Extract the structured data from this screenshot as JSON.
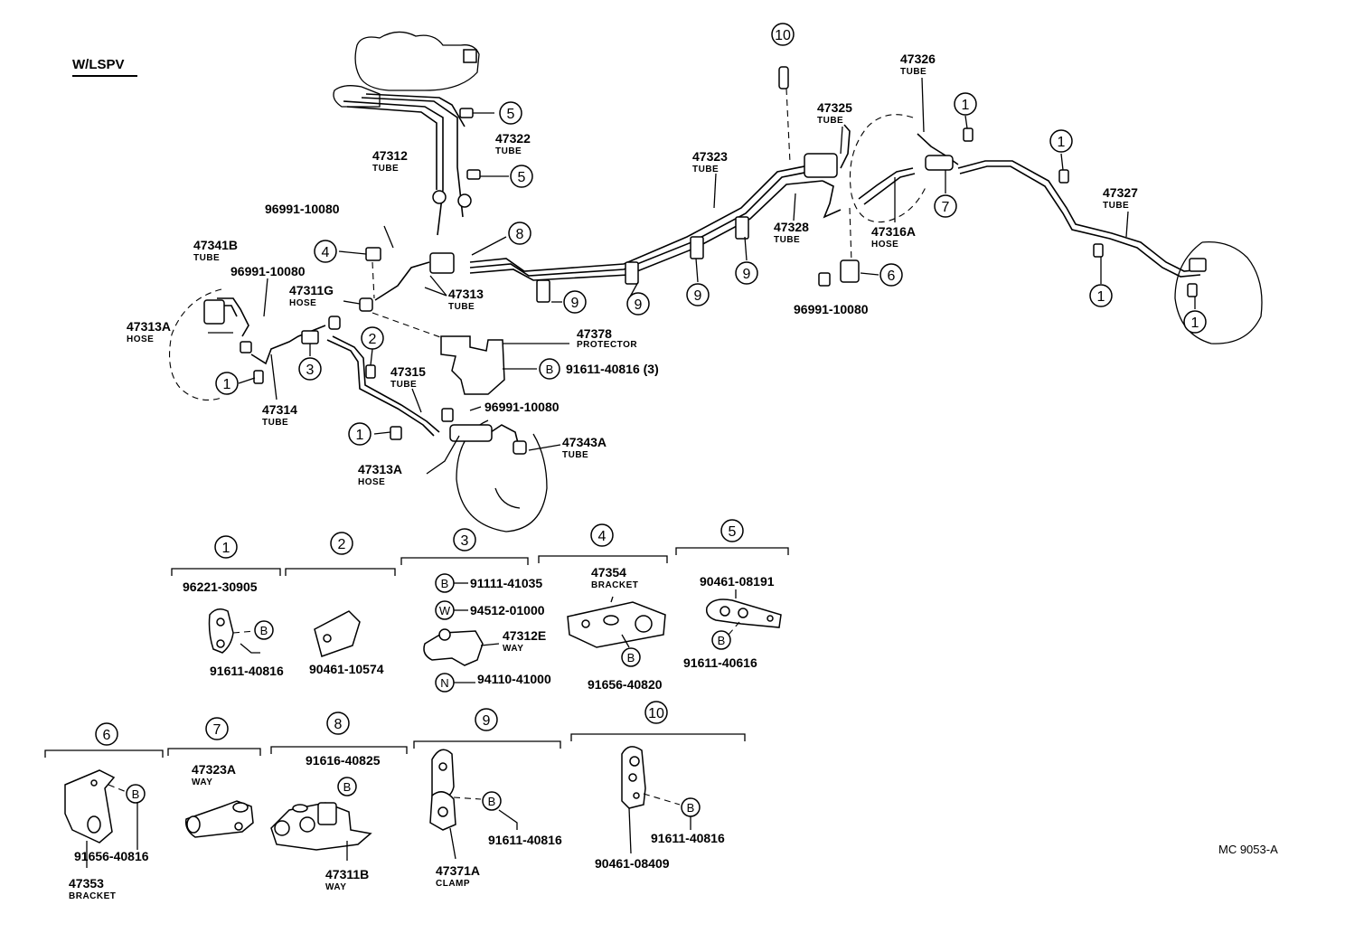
{
  "header": {
    "variant": "W/LSPV",
    "code": "MC  9053-A"
  },
  "callouts": [
    {
      "n": "10"
    },
    {
      "n": "5"
    },
    {
      "n": "5"
    },
    {
      "n": "8"
    },
    {
      "n": "4"
    },
    {
      "n": "9"
    },
    {
      "n": "9"
    },
    {
      "n": "9"
    },
    {
      "n": "9"
    },
    {
      "n": "3"
    },
    {
      "n": "2"
    },
    {
      "n": "1"
    },
    {
      "n": "1"
    },
    {
      "n": "1"
    },
    {
      "n": "1"
    },
    {
      "n": "1"
    },
    {
      "n": "1"
    },
    {
      "n": "7"
    },
    {
      "n": "6"
    },
    {
      "n": "B"
    }
  ],
  "labels": [
    {
      "pn": "47312",
      "sub": "TUBE"
    },
    {
      "pn": "47322",
      "sub": "TUBE"
    },
    {
      "pn": "96991-10080",
      "sub": ""
    },
    {
      "pn": "47341B",
      "sub": "TUBE"
    },
    {
      "pn": "96991-10080",
      "sub": ""
    },
    {
      "pn": "47311G",
      "sub": "HOSE"
    },
    {
      "pn": "47313",
      "sub": "TUBE"
    },
    {
      "pn": "47313A",
      "sub": "HOSE"
    },
    {
      "pn": "47314",
      "sub": "TUBE"
    },
    {
      "pn": "47315",
      "sub": "TUBE"
    },
    {
      "pn": "47378",
      "sub": "PROTECTOR"
    },
    {
      "pn": "91611-40816 (3)",
      "sub": ""
    },
    {
      "pn": "96991-10080",
      "sub": ""
    },
    {
      "pn": "47343A",
      "sub": "TUBE"
    },
    {
      "pn": "47313A",
      "sub": "HOSE"
    },
    {
      "pn": "47323",
      "sub": "TUBE"
    },
    {
      "pn": "47328",
      "sub": "TUBE"
    },
    {
      "pn": "47325",
      "sub": "TUBE"
    },
    {
      "pn": "47326",
      "sub": "TUBE"
    },
    {
      "pn": "47316A",
      "sub": "HOSE"
    },
    {
      "pn": "96991-10080",
      "sub": ""
    },
    {
      "pn": "47327",
      "sub": "TUBE"
    }
  ],
  "detail_groups": [
    {
      "n": "1",
      "parts": [
        "96221-30905",
        "91611-40816"
      ]
    },
    {
      "n": "2",
      "parts": [
        "90461-10574"
      ]
    },
    {
      "n": "3",
      "parts": [
        "91111-41035",
        "94512-01000",
        "47312E",
        "94110-41000"
      ],
      "subs": [
        "",
        "",
        "WAY",
        ""
      ]
    },
    {
      "n": "4",
      "parts": [
        "47354",
        "91656-40820"
      ],
      "subs": [
        "BRACKET",
        ""
      ]
    },
    {
      "n": "5",
      "parts": [
        "90461-08191",
        "91611-40616"
      ]
    },
    {
      "n": "6",
      "parts": [
        "91656-40816",
        "47353"
      ],
      "subs": [
        "",
        "BRACKET"
      ]
    },
    {
      "n": "7",
      "parts": [
        "47323A"
      ],
      "subs": [
        "WAY"
      ]
    },
    {
      "n": "8",
      "parts": [
        "91616-40825",
        "47311B"
      ],
      "subs": [
        "",
        "WAY"
      ]
    },
    {
      "n": "9",
      "parts": [
        "91611-40816",
        "47371A"
      ],
      "subs": [
        "",
        "CLAMP"
      ]
    },
    {
      "n": "10",
      "parts": [
        "91611-40816",
        "90461-08409"
      ]
    }
  ],
  "fastener_letters": {
    "b": "B",
    "w": "W",
    "n": "N"
  }
}
